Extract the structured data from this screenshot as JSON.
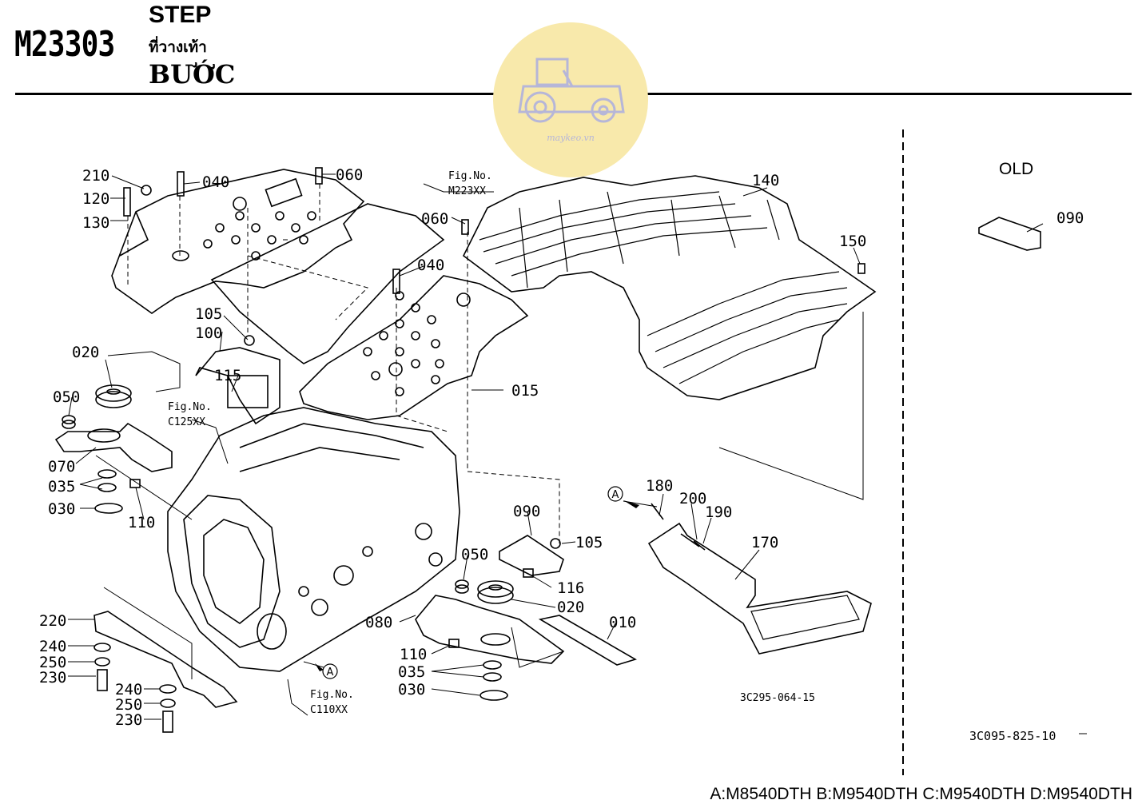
{
  "header": {
    "code": "M23303",
    "title_en": "STEP",
    "title_th": "ที่วางเท้า",
    "title_vi": "BƯỚC"
  },
  "watermark": {
    "text": "maykeo.vn",
    "color": "#f7e7a6"
  },
  "old_section": {
    "label": "OLD",
    "part": "090"
  },
  "fig_refs": [
    {
      "line1": "Fig.No.",
      "line2": "M223XX"
    },
    {
      "line1": "Fig.No.",
      "line2": "C125XX"
    },
    {
      "line1": "Fig.No.",
      "line2": "C110XX"
    }
  ],
  "callouts": [
    "210",
    "120",
    "130",
    "040",
    "060",
    "060",
    "040",
    "140",
    "150",
    "105",
    "100",
    "115",
    "015",
    "020",
    "050",
    "070",
    "035",
    "030",
    "110",
    "090",
    "105",
    "116",
    "050",
    "020",
    "080",
    "010",
    "110",
    "035",
    "030",
    "180",
    "200",
    "190",
    "170",
    "220",
    "240",
    "250",
    "230",
    "240",
    "250",
    "230"
  ],
  "view_marker": "A",
  "drawing_ids": {
    "main": "3C295-064-15",
    "old": "3C095-825-10"
  },
  "models": "A:M8540DTH B:M9540DTH C:M9540DTH D:M9540DTH"
}
